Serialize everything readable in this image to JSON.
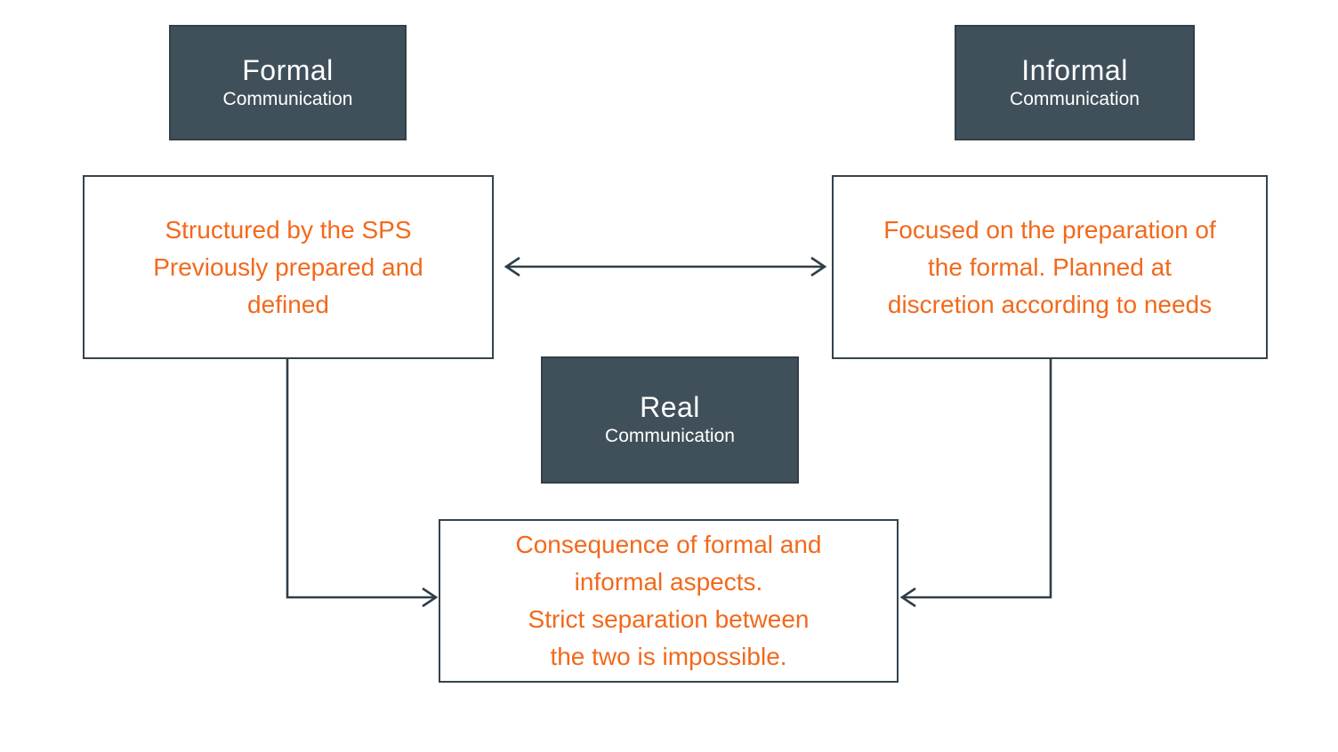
{
  "diagram": {
    "nodes": {
      "formal": {
        "title": "Formal",
        "subtitle": "Communication"
      },
      "informal": {
        "title": "Informal",
        "subtitle": "Communication"
      },
      "real": {
        "title": "Real",
        "subtitle": "Communication"
      },
      "formal_desc": {
        "text": "Structured by the SPS\nPreviously prepared and\ndefined"
      },
      "informal_desc": {
        "text": "Focused on the preparation of\nthe formal. Planned at\ndiscretion according to needs"
      },
      "consequence": {
        "text": "Consequence of formal and\ninformal aspects.\nStrict separation between\nthe two is impossible."
      }
    },
    "connectors": [
      {
        "name": "double-arrow",
        "from": "formal_desc",
        "to": "informal_desc",
        "style": "double-headed"
      },
      {
        "name": "formal-to-consequence-arrow",
        "from": "formal_desc",
        "to": "consequence",
        "style": "elbow"
      },
      {
        "name": "informal-to-consequence-arrow",
        "from": "informal_desc",
        "to": "consequence",
        "style": "elbow"
      }
    ],
    "colors": {
      "dark_box_fill": "#40505A",
      "dark_box_border": "#323F48",
      "dark_box_text": "#FFFFFF",
      "accent_orange": "#F2691C",
      "light_box_border": "#34434D",
      "connector": "#2E3E48",
      "background": "#FFFFFF"
    }
  }
}
